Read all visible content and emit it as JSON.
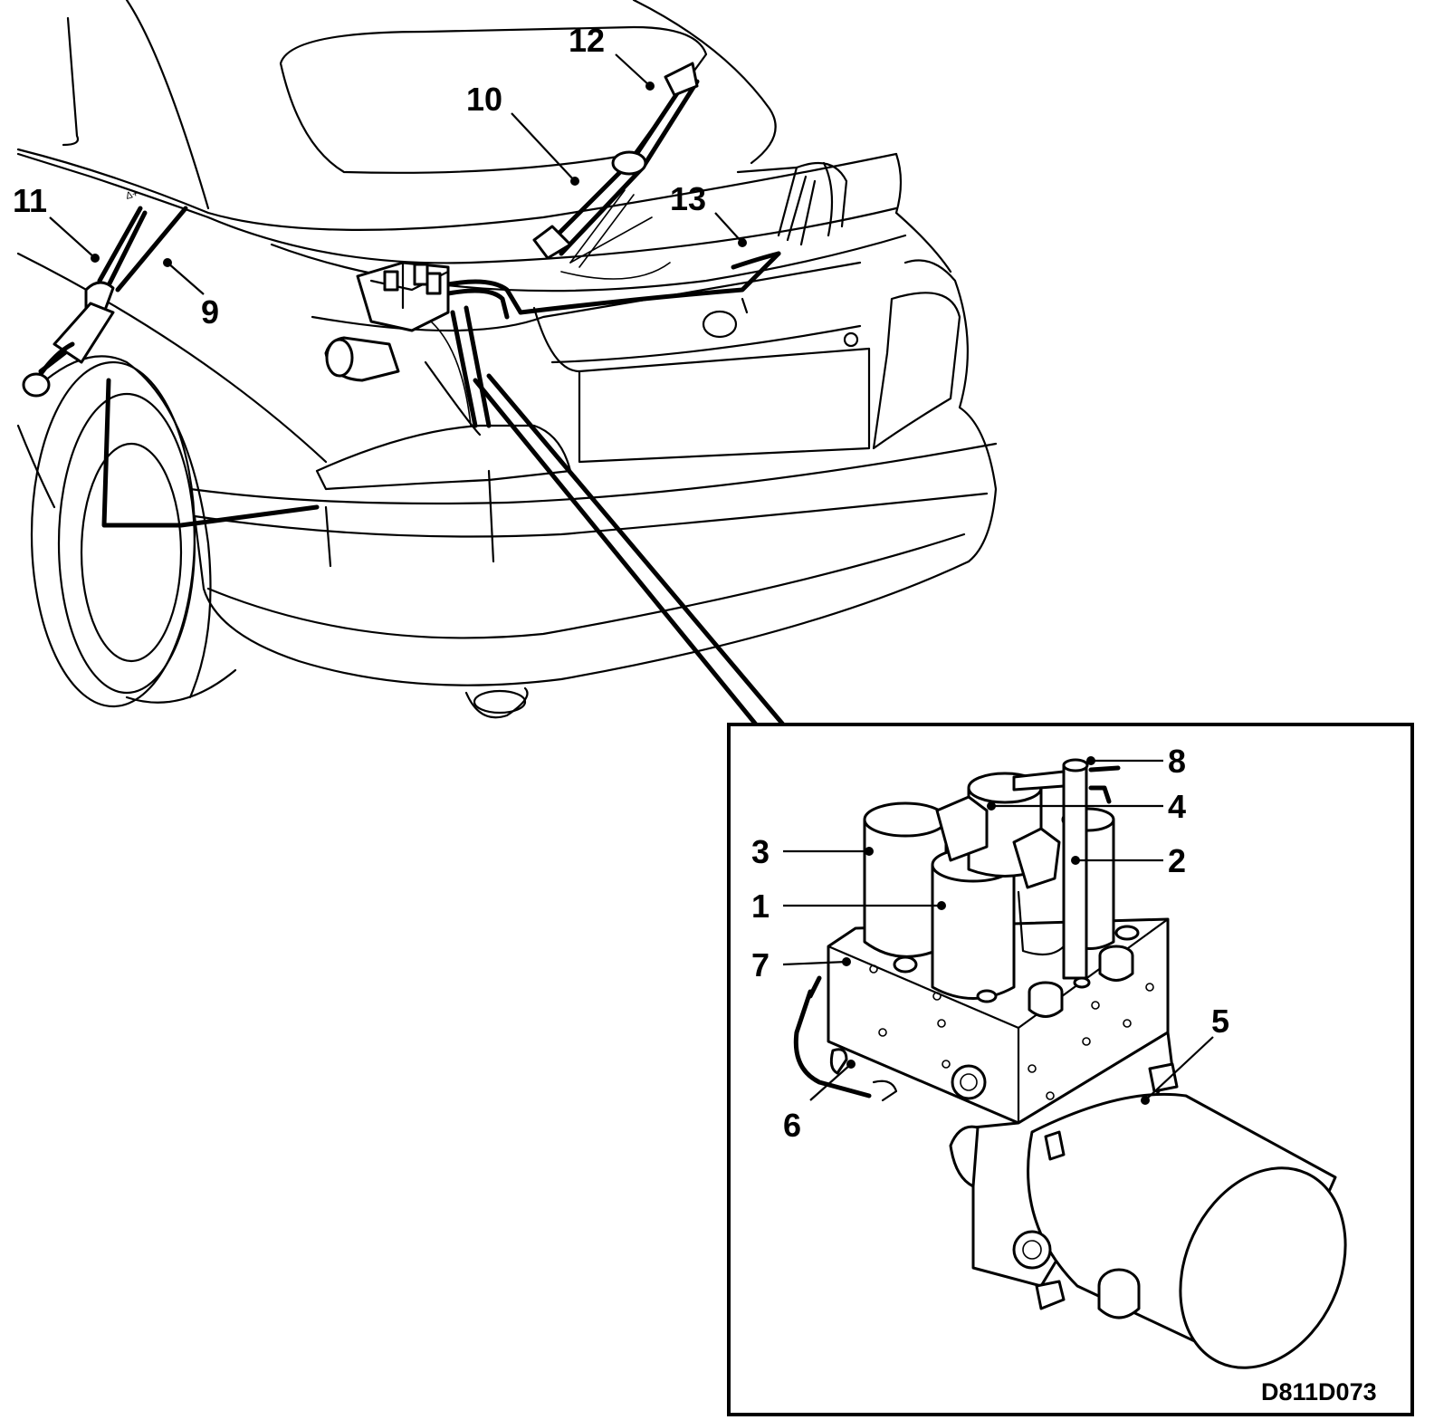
{
  "diagram": {
    "reference_code": "D811D073",
    "callouts": [
      {
        "id": "1",
        "label": "1"
      },
      {
        "id": "2",
        "label": "2"
      },
      {
        "id": "3",
        "label": "3"
      },
      {
        "id": "4",
        "label": "4"
      },
      {
        "id": "5",
        "label": "5"
      },
      {
        "id": "6",
        "label": "6"
      },
      {
        "id": "7",
        "label": "7"
      },
      {
        "id": "8",
        "label": "8"
      },
      {
        "id": "9",
        "label": "9"
      },
      {
        "id": "10",
        "label": "10"
      },
      {
        "id": "11",
        "label": "11"
      },
      {
        "id": "12",
        "label": "12"
      },
      {
        "id": "13",
        "label": "13"
      }
    ]
  }
}
